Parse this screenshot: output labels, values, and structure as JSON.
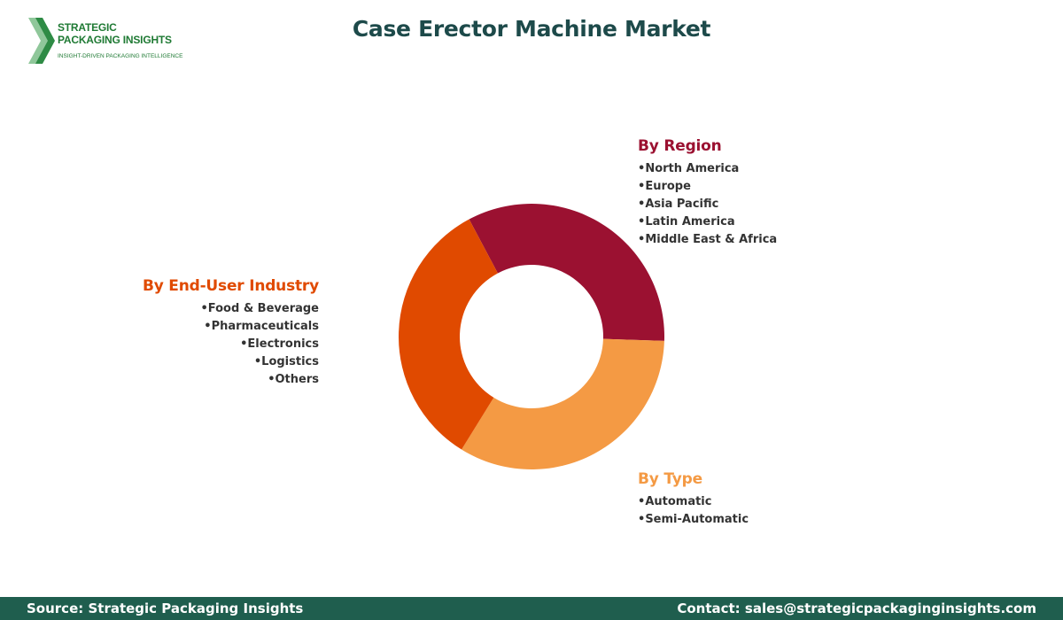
{
  "logo": {
    "name": "STRATEGIC PACKAGING INSIGHTS",
    "tagline": "INSIGHT-DRIVEN PACKAGING INTELLIGENCE"
  },
  "title": "Case Erector Machine Market",
  "colors": {
    "region": "#9b1131",
    "type": "#f49a44",
    "end_user": "#e04a00",
    "title": "#1d4a4a",
    "footer_bg": "#1f5e4e"
  },
  "chart_data": {
    "type": "pie",
    "variant": "donut",
    "categories": [
      "By Region",
      "By Type",
      "By End-User Industry"
    ],
    "values": [
      33.3,
      33.3,
      33.4
    ],
    "colors": [
      "#9b1131",
      "#f49a44",
      "#e04a00"
    ]
  },
  "segments": {
    "region": {
      "title": "By Region",
      "items": [
        "North America",
        "Europe",
        "Asia Pacific",
        "Latin America",
        "Middle East & Africa"
      ]
    },
    "end_user": {
      "title": "By End-User Industry",
      "items": [
        "Food & Beverage",
        "Pharmaceuticals",
        "Electronics",
        "Logistics",
        "Others"
      ]
    },
    "type": {
      "title": "By Type",
      "items": [
        "Automatic",
        "Semi-Automatic"
      ]
    }
  },
  "footer": {
    "source": "Source: Strategic Packaging Insights",
    "contact": "Contact: sales@strategicpackaginginsights.com"
  }
}
